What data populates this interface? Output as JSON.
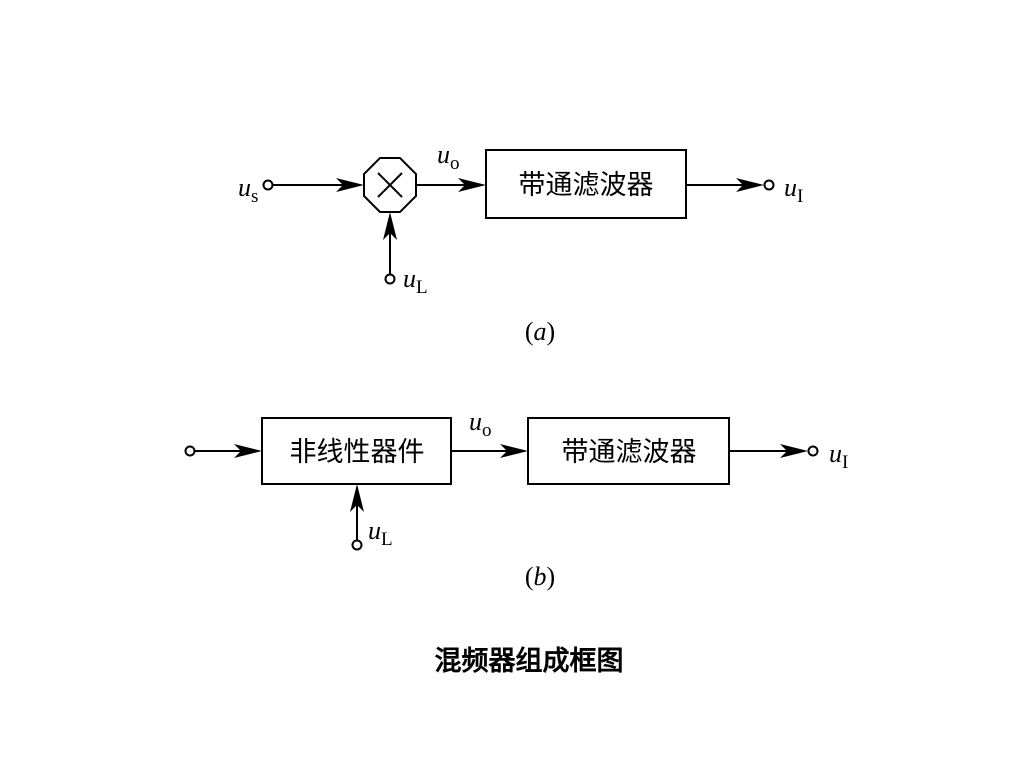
{
  "diagram_a": {
    "input_var": "u",
    "input_sub": "s",
    "mid_var": "u",
    "mid_sub": "o",
    "lo_var": "u",
    "lo_sub": "L",
    "filter_label": "带通滤波器",
    "output_var": "u",
    "output_sub": "I",
    "caption_open": "(",
    "caption_letter": "a",
    "caption_close": ")"
  },
  "diagram_b": {
    "nonlinear_label": "非线性器件",
    "mid_var": "u",
    "mid_sub": "o",
    "lo_var": "u",
    "lo_sub": "L",
    "filter_label": "带通滤波器",
    "output_var": "u",
    "output_sub": "I",
    "caption_open": "(",
    "caption_letter": "b",
    "caption_close": ")"
  },
  "title": "混频器组成框图"
}
